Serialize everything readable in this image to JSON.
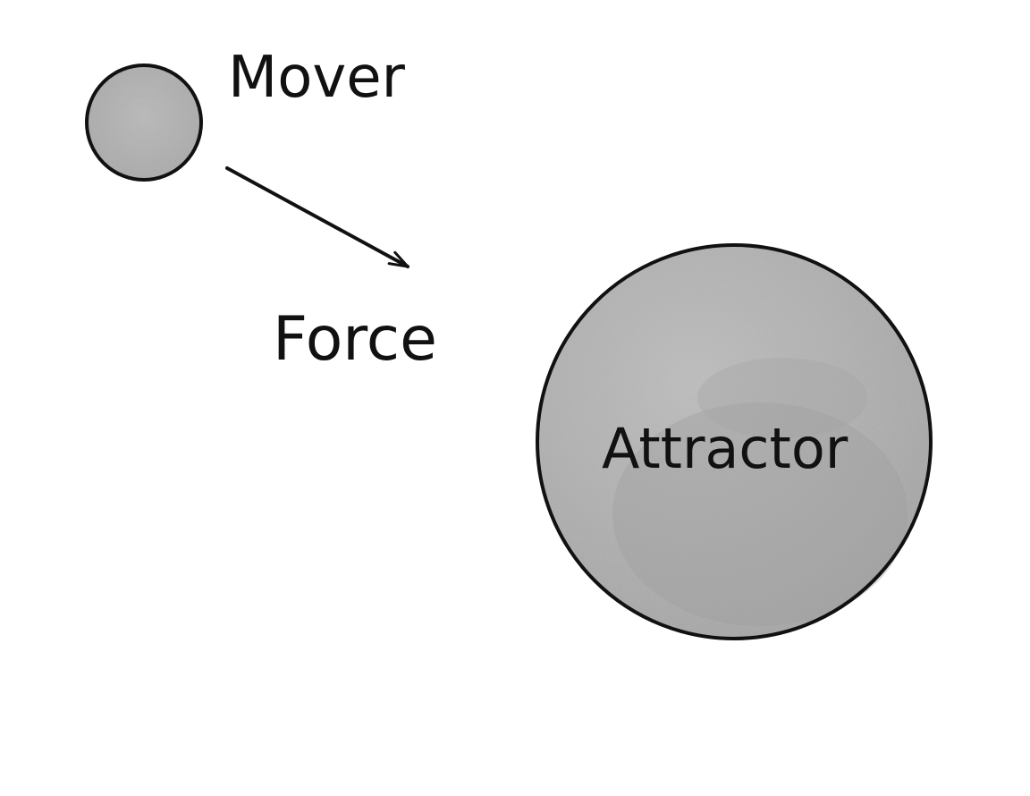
{
  "diagram": {
    "labels": {
      "mover": "Mover",
      "force": "Force",
      "attractor": "Attractor"
    },
    "colors": {
      "background": "#ffffff",
      "stroke": "#111111",
      "fill_light": "#b8b8b8",
      "fill_dark": "#9a9a9a"
    }
  }
}
